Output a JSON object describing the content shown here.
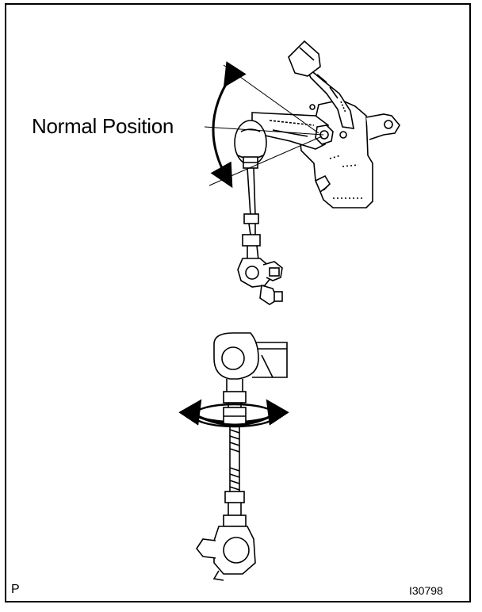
{
  "diagram": {
    "label_normal_position": "Normal Position",
    "corner_mark": "P",
    "figure_id": "I30798"
  },
  "colors": {
    "line": "#000000",
    "background": "#ffffff"
  },
  "icons": [
    "double-headed-arc-arrow-icon",
    "rotation-arrow-icon"
  ]
}
